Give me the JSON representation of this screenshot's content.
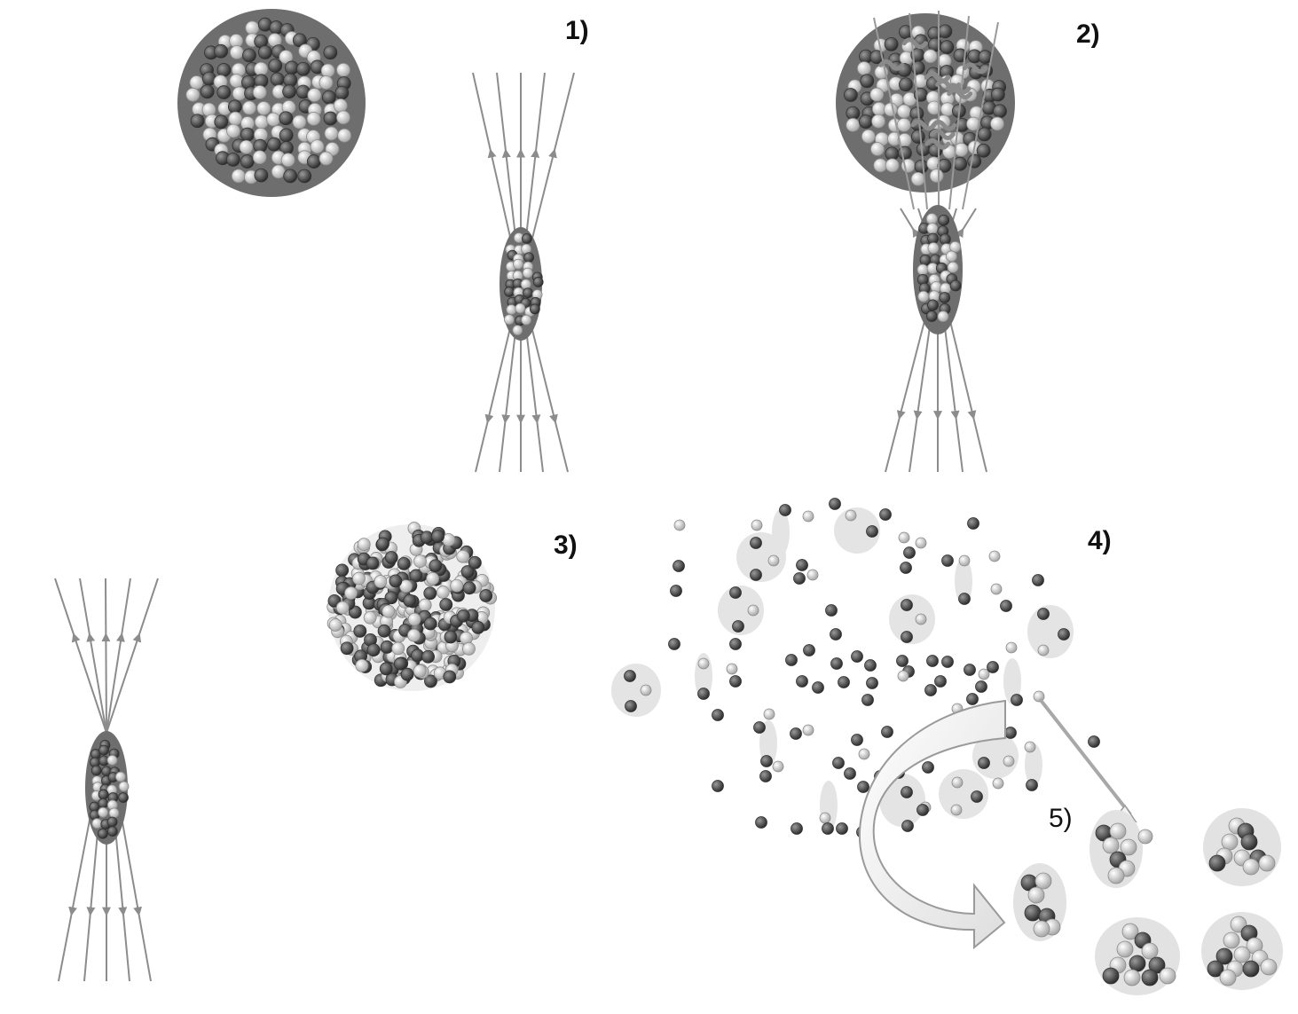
{
  "steps": {
    "s1": "1)",
    "s2": "2)",
    "s3": "3)",
    "s4": "4)",
    "s5": "5)"
  },
  "colors": {
    "particle_large_fill": "#6e6e6e",
    "particle_small_fill": "#777777",
    "laser_line": "#8c8c8c",
    "atom_dark": "#4a4a4a",
    "atom_light": "#d4d4d4",
    "halo": "#e6e6e6",
    "arrow_fill": "#f2f2f2",
    "arrow_stroke": "#9a9a9a",
    "label_text": "#111111"
  },
  "icons": {
    "laser_beam": "converging-laser-beam-icon",
    "nanoparticle": "nanoparticle-sphere-icon",
    "process_arrow": "curved-arrow-icon",
    "cluster": "atom-cluster-icon"
  }
}
